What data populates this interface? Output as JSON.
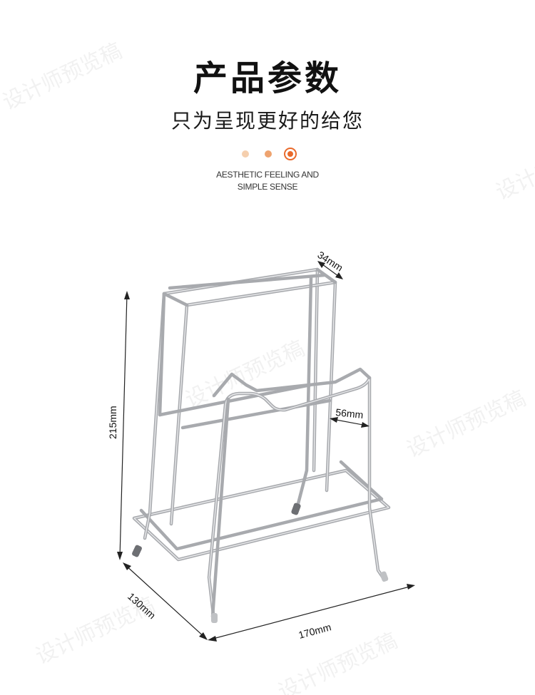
{
  "header": {
    "title": "产品参数",
    "subtitle": "只为呈现更好的给您",
    "tagline_line1": "AESTHETIC FEELING AND",
    "tagline_line2": "SIMPLE SENSE",
    "accent_colors": [
      "#f5cfae",
      "#eea36f",
      "#e9692a"
    ]
  },
  "product": {
    "icon": "dish-rack-illustration",
    "dimensions": {
      "height": "215mm",
      "depth": "130mm",
      "width": "170mm",
      "top_thickness": "34mm",
      "slot_width": "56mm"
    }
  },
  "watermark": "设计师预览稿"
}
